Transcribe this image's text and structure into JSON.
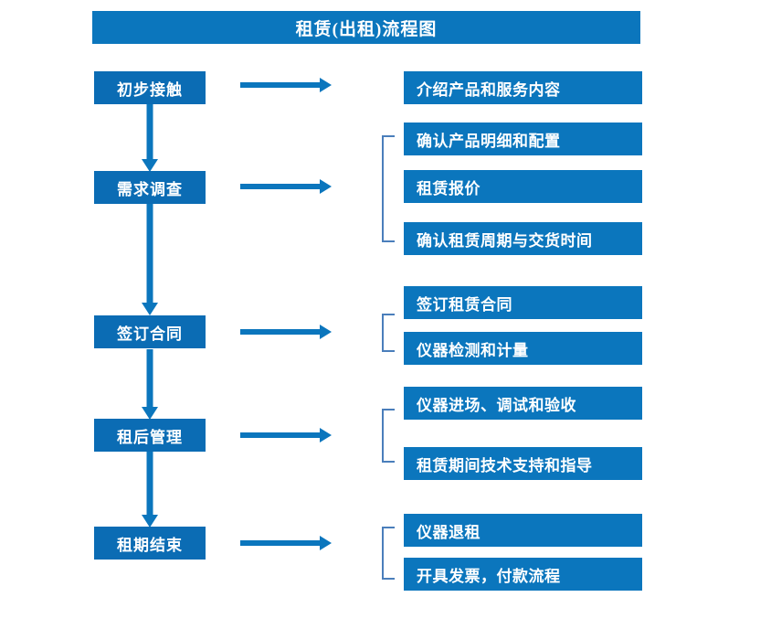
{
  "diagram": {
    "title": "租赁(出租)流程图",
    "colors": {
      "title_bar": "#0b76bd",
      "stage_box": "#0b6cb4",
      "detail_box": "#0b76bd",
      "arrow": "#0b76bd",
      "bracket": "#4a7ebb",
      "text": "#ffffff",
      "background": "#ffffff"
    },
    "stages": [
      {
        "id": "stage-1",
        "label": "初步接触"
      },
      {
        "id": "stage-2",
        "label": "需求调查"
      },
      {
        "id": "stage-3",
        "label": "签订合同"
      },
      {
        "id": "stage-4",
        "label": "租后管理"
      },
      {
        "id": "stage-5",
        "label": "租期结束"
      }
    ],
    "details": [
      {
        "id": "detail-1-1",
        "group": 1,
        "label": "介绍产品和服务内容"
      },
      {
        "id": "detail-2-1",
        "group": 2,
        "label": "确认产品明细和配置"
      },
      {
        "id": "detail-2-2",
        "group": 2,
        "label": "租赁报价"
      },
      {
        "id": "detail-2-3",
        "group": 2,
        "label": "确认租赁周期与交货时间"
      },
      {
        "id": "detail-3-1",
        "group": 3,
        "label": "签订租赁合同"
      },
      {
        "id": "detail-3-2",
        "group": 3,
        "label": "仪器检测和计量"
      },
      {
        "id": "detail-4-1",
        "group": 4,
        "label": "仪器进场、调试和验收"
      },
      {
        "id": "detail-4-2",
        "group": 4,
        "label": "租赁期间技术支持和指导"
      },
      {
        "id": "detail-5-1",
        "group": 5,
        "label": "仪器退租"
      },
      {
        "id": "detail-5-2",
        "group": 5,
        "label": "开具发票，付款流程"
      }
    ],
    "flow_sequence": [
      "初步接触",
      "需求调查",
      "签订合同",
      "租后管理",
      "租期结束"
    ]
  }
}
